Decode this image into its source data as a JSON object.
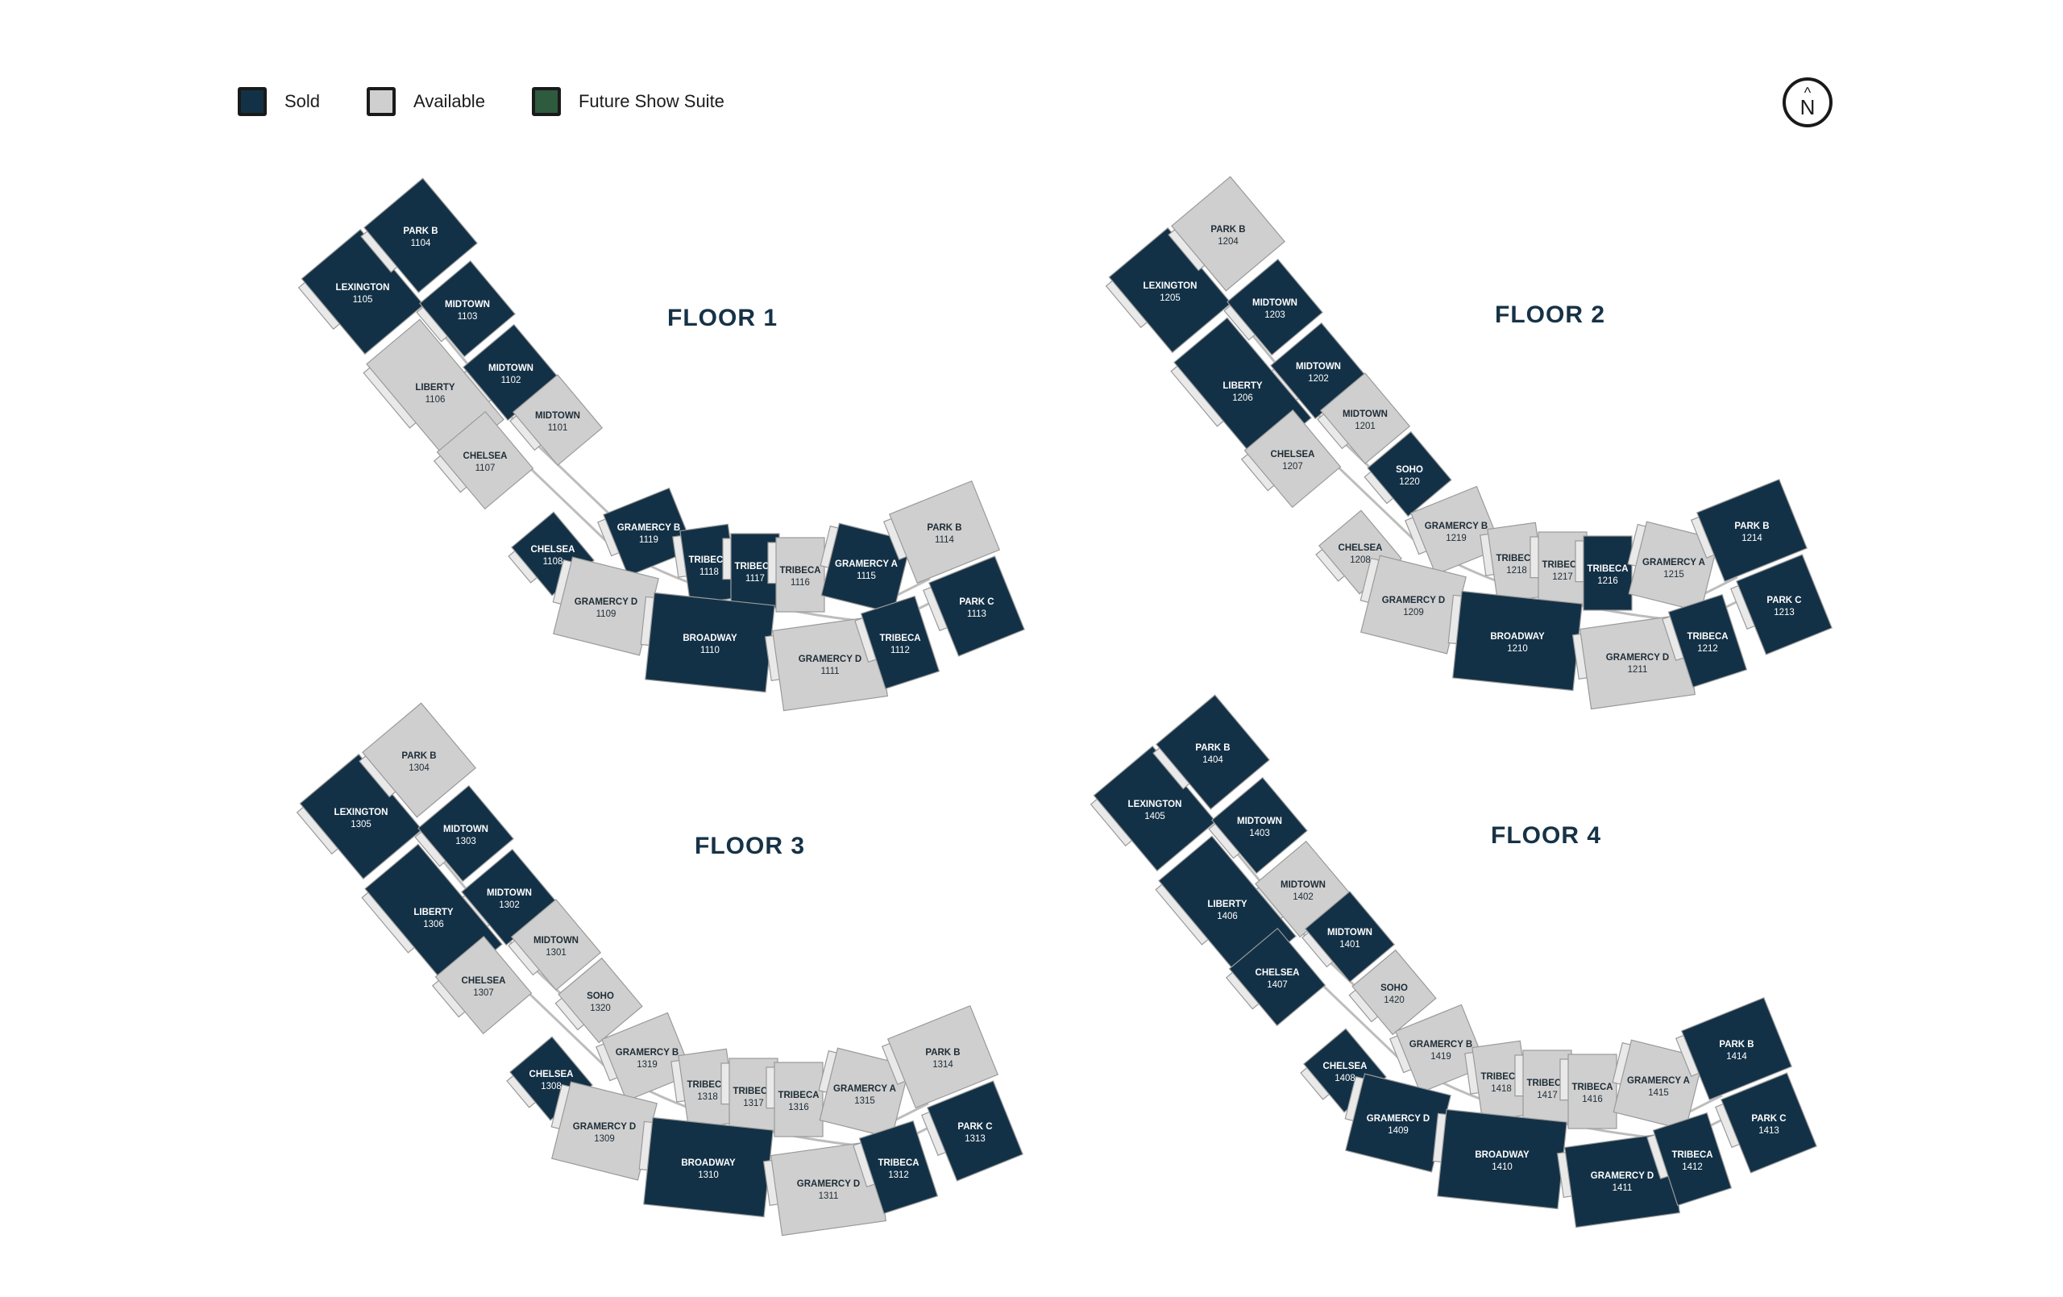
{
  "legend": [
    {
      "label": "Sold",
      "status": "sold"
    },
    {
      "label": "Available",
      "status": "available"
    },
    {
      "label": "Future Show Suite",
      "status": "show"
    }
  ],
  "colors": {
    "sold": "#133146",
    "available": "#cfcfcf",
    "show": "#2e5a3e",
    "balcony": "#e9e9e9",
    "outline": "#9a9a9a",
    "corridor": "#ffffff"
  },
  "compass": {
    "letter": "N",
    "arrow": "^"
  },
  "floors": [
    {
      "title": "FLOOR 1",
      "units": [
        {
          "name": "LEXINGTON",
          "number": "1105",
          "status": "sold"
        },
        {
          "name": "PARK B",
          "number": "1104",
          "status": "sold"
        },
        {
          "name": "MIDTOWN",
          "number": "1103",
          "status": "sold"
        },
        {
          "name": "MIDTOWN",
          "number": "1102",
          "status": "sold"
        },
        {
          "name": "LIBERTY",
          "number": "1106",
          "status": "available"
        },
        {
          "name": "MIDTOWN",
          "number": "1101",
          "status": "available"
        },
        {
          "name": "CHELSEA",
          "number": "1107",
          "status": "available"
        },
        {
          "name": "CHELSEA",
          "number": "1108",
          "status": "sold"
        },
        {
          "name": "GRAMERCY B",
          "number": "1119",
          "status": "sold"
        },
        {
          "name": "TRIBECA",
          "number": "1118",
          "status": "sold"
        },
        {
          "name": "TRIBECA",
          "number": "1117",
          "status": "sold"
        },
        {
          "name": "TRIBECA",
          "number": "1116",
          "status": "available"
        },
        {
          "name": "GRAMERCY A",
          "number": "1115",
          "status": "sold"
        },
        {
          "name": "PARK B",
          "number": "1114",
          "status": "available"
        },
        {
          "name": "PARK C",
          "number": "1113",
          "status": "sold"
        },
        {
          "name": "GRAMERCY D",
          "number": "1109",
          "status": "available"
        },
        {
          "name": "BROADWAY",
          "number": "1110",
          "status": "sold"
        },
        {
          "name": "GRAMERCY D",
          "number": "1111",
          "status": "available"
        },
        {
          "name": "TRIBECA",
          "number": "1112",
          "status": "sold"
        }
      ]
    },
    {
      "title": "FLOOR 2",
      "units": [
        {
          "name": "LEXINGTON",
          "number": "1205",
          "status": "sold"
        },
        {
          "name": "PARK B",
          "number": "1204",
          "status": "available"
        },
        {
          "name": "MIDTOWN",
          "number": "1203",
          "status": "sold"
        },
        {
          "name": "MIDTOWN",
          "number": "1202",
          "status": "sold"
        },
        {
          "name": "LIBERTY",
          "number": "1206",
          "status": "sold"
        },
        {
          "name": "MIDTOWN",
          "number": "1201",
          "status": "available"
        },
        {
          "name": "CHELSEA",
          "number": "1207",
          "status": "available"
        },
        {
          "name": "SOHO",
          "number": "1220",
          "status": "sold"
        },
        {
          "name": "CHELSEA",
          "number": "1208",
          "status": "available"
        },
        {
          "name": "GRAMERCY B",
          "number": "1219",
          "status": "available"
        },
        {
          "name": "TRIBECA",
          "number": "1218",
          "status": "available"
        },
        {
          "name": "TRIBECA",
          "number": "1217",
          "status": "available"
        },
        {
          "name": "TRIBECA",
          "number": "1216",
          "status": "sold"
        },
        {
          "name": "GRAMERCY A",
          "number": "1215",
          "status": "available"
        },
        {
          "name": "PARK B",
          "number": "1214",
          "status": "sold"
        },
        {
          "name": "PARK C",
          "number": "1213",
          "status": "sold"
        },
        {
          "name": "GRAMERCY D",
          "number": "1209",
          "status": "available"
        },
        {
          "name": "BROADWAY",
          "number": "1210",
          "status": "sold"
        },
        {
          "name": "GRAMERCY D",
          "number": "1211",
          "status": "available"
        },
        {
          "name": "TRIBECA",
          "number": "1212",
          "status": "sold"
        }
      ]
    },
    {
      "title": "FLOOR 3",
      "units": [
        {
          "name": "LEXINGTON",
          "number": "1305",
          "status": "sold"
        },
        {
          "name": "PARK B",
          "number": "1304",
          "status": "available"
        },
        {
          "name": "MIDTOWN",
          "number": "1303",
          "status": "sold"
        },
        {
          "name": "MIDTOWN",
          "number": "1302",
          "status": "sold"
        },
        {
          "name": "LIBERTY",
          "number": "1306",
          "status": "sold"
        },
        {
          "name": "MIDTOWN",
          "number": "1301",
          "status": "available"
        },
        {
          "name": "CHELSEA",
          "number": "1307",
          "status": "available"
        },
        {
          "name": "SOHO",
          "number": "1320",
          "status": "available"
        },
        {
          "name": "CHELSEA",
          "number": "1308",
          "status": "sold"
        },
        {
          "name": "GRAMERCY B",
          "number": "1319",
          "status": "available"
        },
        {
          "name": "TRIBECA",
          "number": "1318",
          "status": "available"
        },
        {
          "name": "TRIBECA",
          "number": "1317",
          "status": "available"
        },
        {
          "name": "TRIBECA",
          "number": "1316",
          "status": "available"
        },
        {
          "name": "GRAMERCY A",
          "number": "1315",
          "status": "available"
        },
        {
          "name": "PARK B",
          "number": "1314",
          "status": "available"
        },
        {
          "name": "PARK C",
          "number": "1313",
          "status": "sold"
        },
        {
          "name": "GRAMERCY D",
          "number": "1309",
          "status": "available"
        },
        {
          "name": "BROADWAY",
          "number": "1310",
          "status": "sold"
        },
        {
          "name": "GRAMERCY D",
          "number": "1311",
          "status": "available"
        },
        {
          "name": "TRIBECA",
          "number": "1312",
          "status": "sold"
        }
      ]
    },
    {
      "title": "FLOOR 4",
      "units": [
        {
          "name": "LEXINGTON",
          "number": "1405",
          "status": "sold"
        },
        {
          "name": "PARK B",
          "number": "1404",
          "status": "sold"
        },
        {
          "name": "MIDTOWN",
          "number": "1403",
          "status": "sold"
        },
        {
          "name": "MIDTOWN",
          "number": "1402",
          "status": "available"
        },
        {
          "name": "LIBERTY",
          "number": "1406",
          "status": "sold"
        },
        {
          "name": "MIDTOWN",
          "number": "1401",
          "status": "sold"
        },
        {
          "name": "CHELSEA",
          "number": "1407",
          "status": "sold"
        },
        {
          "name": "SOHO",
          "number": "1420",
          "status": "available"
        },
        {
          "name": "CHELSEA",
          "number": "1408",
          "status": "sold"
        },
        {
          "name": "GRAMERCY B",
          "number": "1419",
          "status": "available"
        },
        {
          "name": "TRIBECA",
          "number": "1418",
          "status": "available"
        },
        {
          "name": "TRIBECA",
          "number": "1417",
          "status": "available"
        },
        {
          "name": "TRIBECA",
          "number": "1416",
          "status": "available"
        },
        {
          "name": "GRAMERCY A",
          "number": "1415",
          "status": "available"
        },
        {
          "name": "PARK B",
          "number": "1414",
          "status": "sold"
        },
        {
          "name": "PARK C",
          "number": "1413",
          "status": "sold"
        },
        {
          "name": "GRAMERCY D",
          "number": "1409",
          "status": "sold"
        },
        {
          "name": "BROADWAY",
          "number": "1410",
          "status": "sold"
        },
        {
          "name": "GRAMERCY D",
          "number": "1411",
          "status": "sold"
        },
        {
          "name": "TRIBECA",
          "number": "1412",
          "status": "sold"
        }
      ]
    }
  ]
}
